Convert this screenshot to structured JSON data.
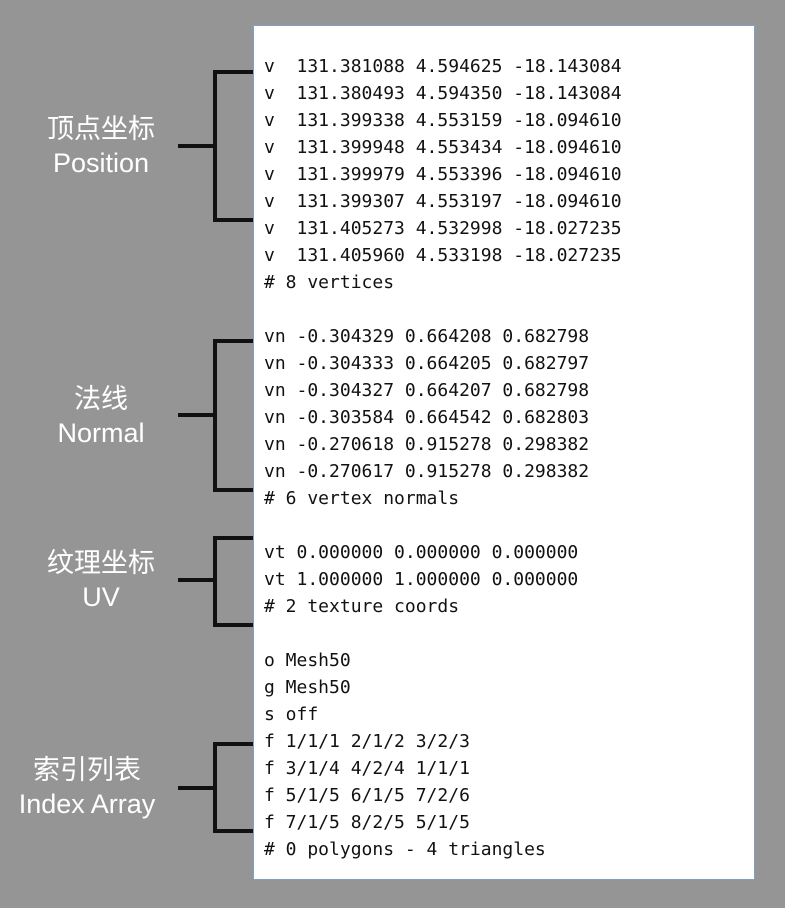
{
  "sections": [
    {
      "id": "position",
      "label_zh": "顶点坐标",
      "label_en": "Position",
      "lines": [
        "v  131.381088 4.594625 -18.143084",
        "v  131.380493 4.594350 -18.143084",
        "v  131.399338 4.553159 -18.094610",
        "v  131.399948 4.553434 -18.094610",
        "v  131.399979 4.553396 -18.094610",
        "v  131.399307 4.553197 -18.094610",
        "v  131.405273 4.532998 -18.027235",
        "v  131.405960 4.533198 -18.027235"
      ],
      "comment": "# 8 vertices"
    },
    {
      "id": "normal",
      "label_zh": "法线",
      "label_en": "Normal",
      "lines": [
        "vn -0.304329 0.664208 0.682798",
        "vn -0.304333 0.664205 0.682797",
        "vn -0.304327 0.664207 0.682798",
        "vn -0.303584 0.664542 0.682803",
        "vn -0.270618 0.915278 0.298382",
        "vn -0.270617 0.915278 0.298382"
      ],
      "comment": "# 6 vertex normals"
    },
    {
      "id": "uv",
      "label_zh": "纹理坐标",
      "label_en": "UV",
      "lines": [
        "vt 0.000000 0.000000 0.000000",
        "vt 1.000000 1.000000 0.000000"
      ],
      "comment": "# 2 texture coords"
    },
    {
      "id": "index",
      "label_zh": "索引列表",
      "label_en": "Index Array",
      "pre_lines": [
        "o Mesh50",
        "g Mesh50",
        "s off"
      ],
      "lines": [
        "f 1/1/1 2/1/2 3/2/3",
        "f 3/1/4 4/2/4 1/1/1",
        "f 5/1/5 6/1/5 7/2/6",
        "f 7/1/5 8/2/5 5/1/5"
      ],
      "comment": "# 0 polygons - 4 triangles"
    }
  ],
  "colors": {
    "background": "#959595",
    "panel": "#ffffff",
    "text": "#111111",
    "label": "#ffffff",
    "bracket": "#111111"
  }
}
